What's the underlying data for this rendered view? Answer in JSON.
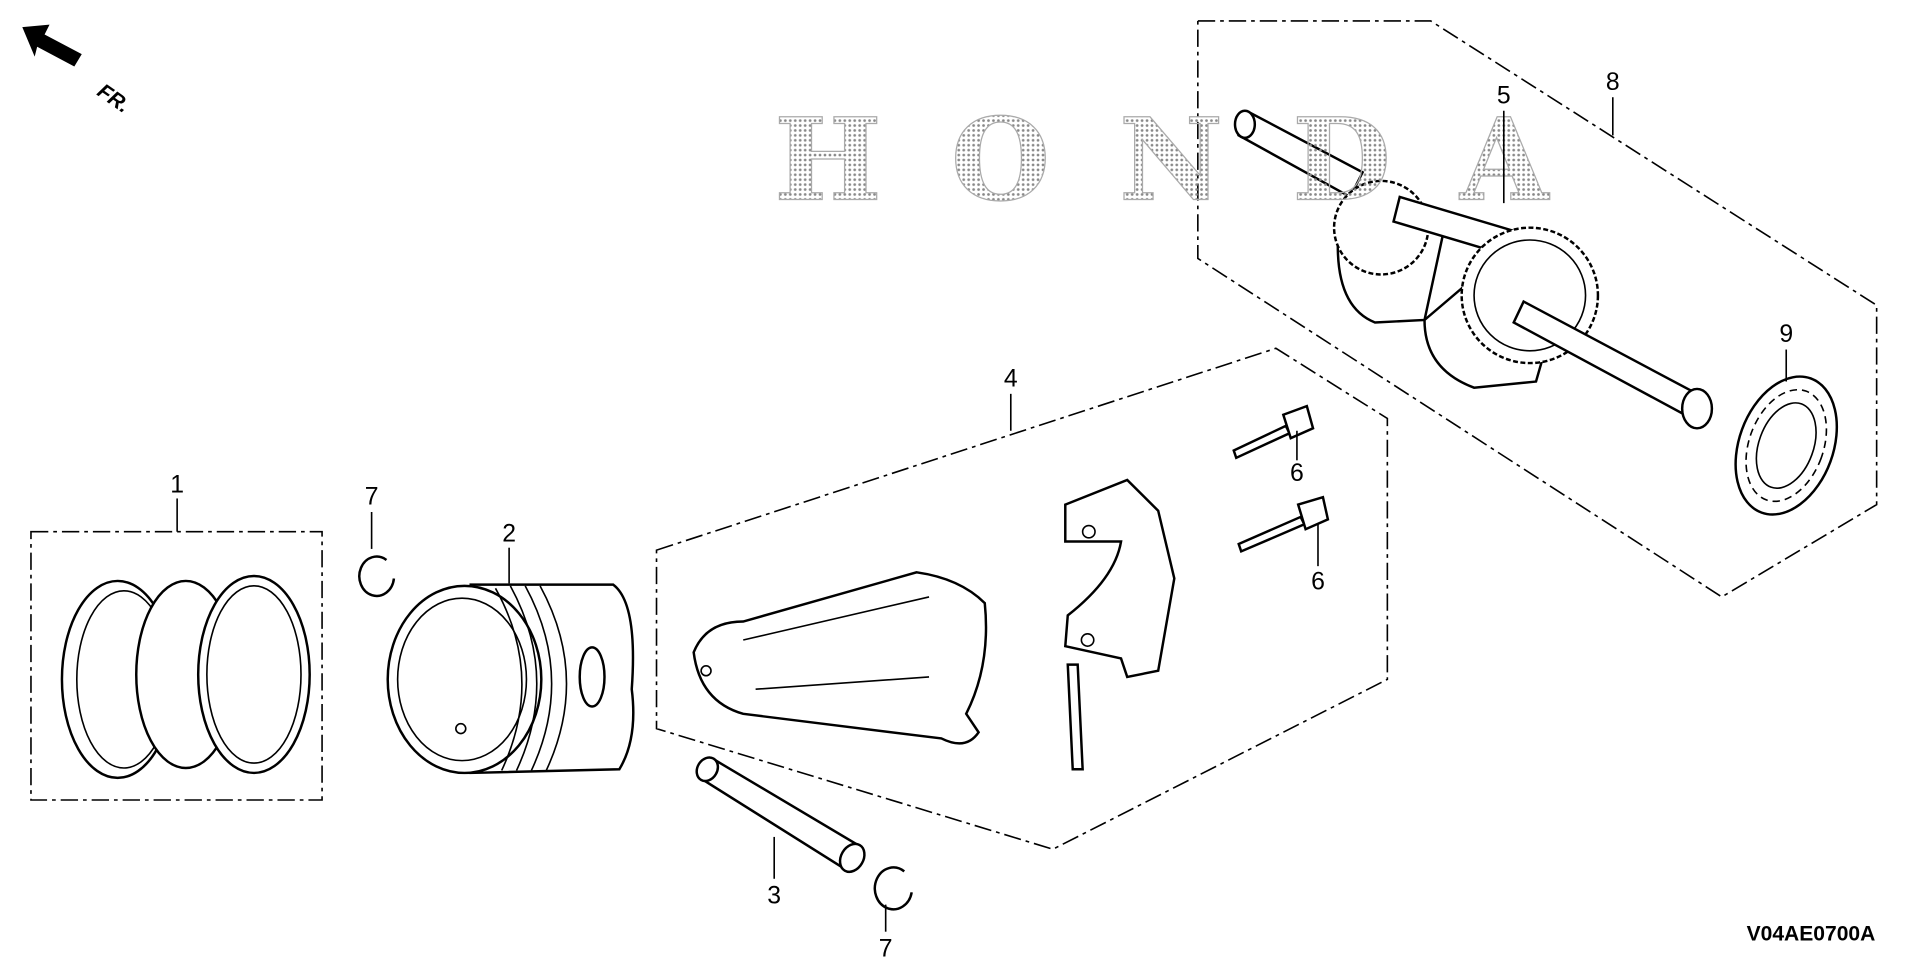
{
  "diagram": {
    "direction_label": "FR.",
    "watermark": "HONDA",
    "drawing_code": "V04AE0700A",
    "callouts": [
      {
        "id": "callout-1",
        "label": "1",
        "part": "piston-ring-set"
      },
      {
        "id": "callout-2",
        "label": "2",
        "part": "piston"
      },
      {
        "id": "callout-3",
        "label": "3",
        "part": "piston-pin"
      },
      {
        "id": "callout-4",
        "label": "4",
        "part": "connecting-rod-assembly"
      },
      {
        "id": "callout-5",
        "label": "5",
        "part": "crankshaft"
      },
      {
        "id": "callout-6a",
        "label": "6",
        "part": "connecting-rod-bolt"
      },
      {
        "id": "callout-6b",
        "label": "6",
        "part": "connecting-rod-bolt"
      },
      {
        "id": "callout-7a",
        "label": "7",
        "part": "piston-pin-clip"
      },
      {
        "id": "callout-7b",
        "label": "7",
        "part": "piston-pin-clip"
      },
      {
        "id": "callout-8",
        "label": "8",
        "part": "crankshaft-assembly"
      },
      {
        "id": "callout-9",
        "label": "9",
        "part": "ball-bearing"
      }
    ]
  }
}
